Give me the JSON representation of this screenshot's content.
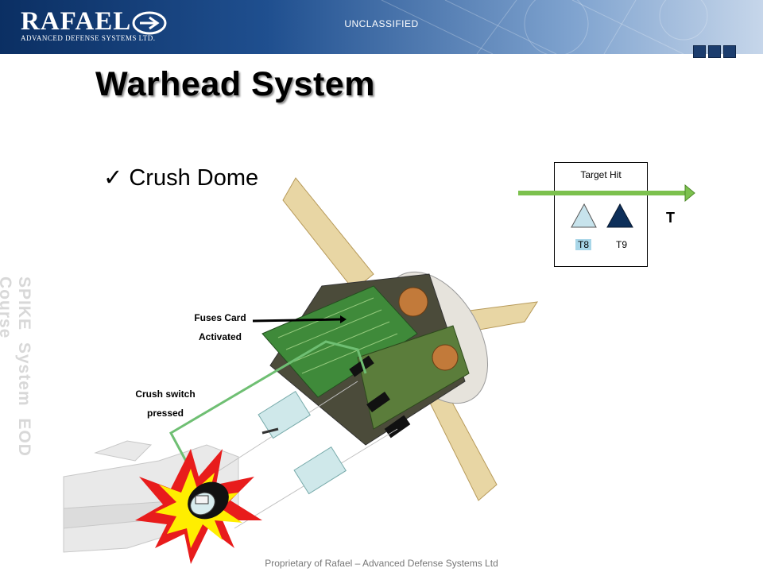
{
  "header": {
    "logo_text": "RAFAEL",
    "logo_subtitle": "ADVANCED DEFENSE SYSTEMS LTD.",
    "classification": "UNCLASSIFIED"
  },
  "slide": {
    "title": "Warhead System",
    "bullet": "Crush Dome",
    "side_text": "SPIKE System  EOD Course"
  },
  "labels": {
    "fuses_card": [
      "Fuses Card",
      "Activated"
    ],
    "crush_switch": [
      "Crush switch",
      "pressed"
    ]
  },
  "timing": {
    "box_title": "Target Hit",
    "t8": "T8",
    "t9": "T9",
    "axis_label": "T",
    "colors": {
      "t8": "#c7e3ec",
      "t9": "#0d2f5a",
      "arrow": "#7cc14e"
    }
  },
  "footer": "Proprietary of Rafael – Advanced Defense Systems Ltd"
}
